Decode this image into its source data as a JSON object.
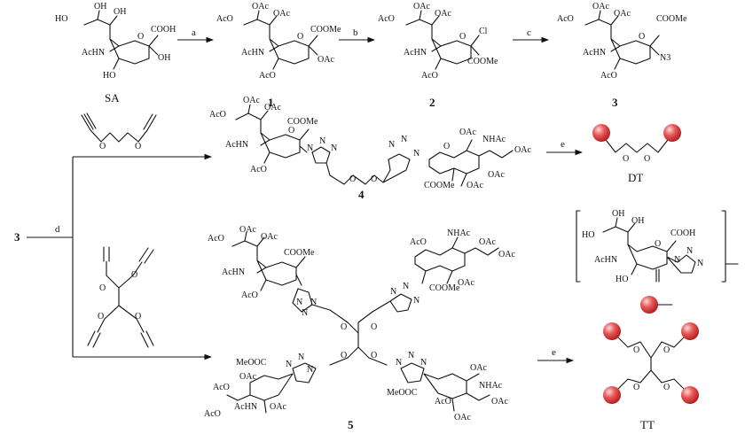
{
  "top_row": {
    "sa": {
      "atoms": [
        "HO",
        "OH",
        "OH",
        "COOH",
        "AcHN",
        "HO",
        "OH",
        "O"
      ],
      "name": "SA"
    },
    "c1": {
      "atoms": [
        "AcO",
        "OAc",
        "OAc",
        "COOMe",
        "AcHN",
        "AcO",
        "OAc",
        "O"
      ],
      "number": "1"
    },
    "c2": {
      "atoms": [
        "AcO",
        "OAc",
        "OAc",
        "Cl",
        "AcHN",
        "AcO",
        "COOMe",
        "O"
      ],
      "number": "2"
    },
    "c3": {
      "atoms": [
        "AcO",
        "OAc",
        "OAc",
        "COOMe",
        "AcHN",
        "AcO",
        "N3",
        "O"
      ],
      "number": "3"
    },
    "reagents": [
      "a",
      "b",
      "c"
    ]
  },
  "branch": {
    "start_number": "3",
    "reagent": "d"
  },
  "dialkyne": {
    "atoms": [
      "O",
      "O"
    ]
  },
  "tetraalkyne": {
    "atoms": [
      "O",
      "O",
      "O",
      "O"
    ]
  },
  "c4": {
    "left_atoms": [
      "AcO",
      "OAc",
      "OAc",
      "COOMe",
      "AcHN",
      "AcO",
      "O",
      "N",
      "N",
      "N"
    ],
    "linker_atoms": [
      "O",
      "O"
    ],
    "right_atoms": [
      "N",
      "N",
      "N",
      "OAc",
      "NHAc",
      "OAc",
      "OAc",
      "OAc",
      "COOMe",
      "O"
    ],
    "number": "4",
    "reagent": "e"
  },
  "dt": {
    "atoms": [
      "O",
      "O"
    ],
    "name": "DT"
  },
  "legend": {
    "atoms": [
      "HO",
      "OH",
      "OH",
      "COOH",
      "AcHN",
      "HO",
      "O",
      "N",
      "N",
      "N"
    ]
  },
  "c5": {
    "atoms": [
      "AcO",
      "OAc",
      "OAc",
      "COOMe",
      "AcHN",
      "AcO",
      "N",
      "N",
      "N",
      "AcO",
      "NHAc",
      "OAc",
      "OAc",
      "OAc",
      "COOMe",
      "N",
      "N",
      "N",
      "O",
      "O",
      "O",
      "O",
      "MeOOC",
      "N",
      "N",
      "N",
      "AcO",
      "OAc",
      "AcO",
      "AcHN",
      "OAc",
      "MeOOC",
      "N",
      "N",
      "N",
      "OAc",
      "NHAc",
      "AcO",
      "OAc",
      "OAc"
    ],
    "number": "5",
    "reagent": "e"
  },
  "tt": {
    "atoms": [
      "O",
      "O",
      "O",
      "O"
    ],
    "name": "TT"
  },
  "colors": {
    "sphere": "#e03b3b",
    "sphere_highlight": "#ffd6d6",
    "ink": "#111111"
  }
}
